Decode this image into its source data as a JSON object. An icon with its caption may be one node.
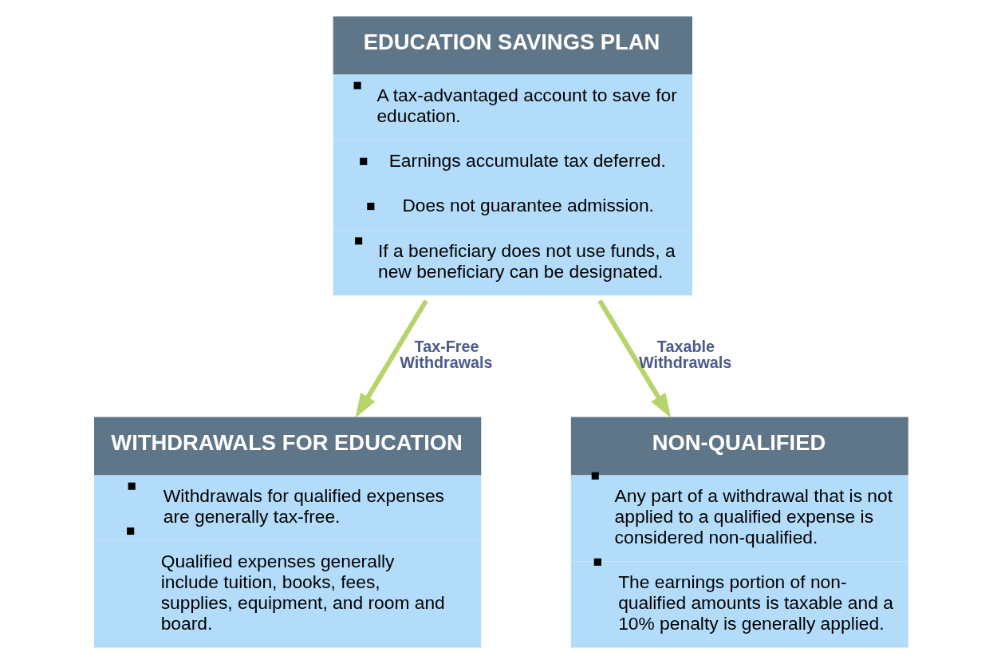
{
  "diagram": {
    "nodes": [
      {
        "text": [
          "EDUCATION SAVINGS PLAN",
          "A tax-advantaged account to save for education.",
          "Earnings accumulate tax deferred.",
          "Does not guarantee admission.",
          "If a beneficiary does not use funds, a new beneficiary can be designated."
        ]
      },
      {
        "text": [
          "WITHDRAWALS FOR EDUCATION",
          "Withdrawals for qualified expenses are generally tax-free.",
          "Qualified expenses generally include tuition, books, fees, supplies, equipment, and room and board."
        ]
      },
      {
        "text": [
          "NON-QUALIFIED",
          "Any part of a withdrawal that is not applied to a qualified expense is considered non-qualified.",
          "The earnings portion of non-qualified amounts is taxable and a 10% penalty is generally applied."
        ]
      }
    ],
    "edges": [
      {
        "from": 0,
        "to": 1,
        "arrow": "to",
        "label": "Tax-Free Withdrawals"
      },
      {
        "from": 0,
        "to": 2,
        "arrow": "to",
        "label": "Taxable Withdrawals"
      }
    ]
  }
}
